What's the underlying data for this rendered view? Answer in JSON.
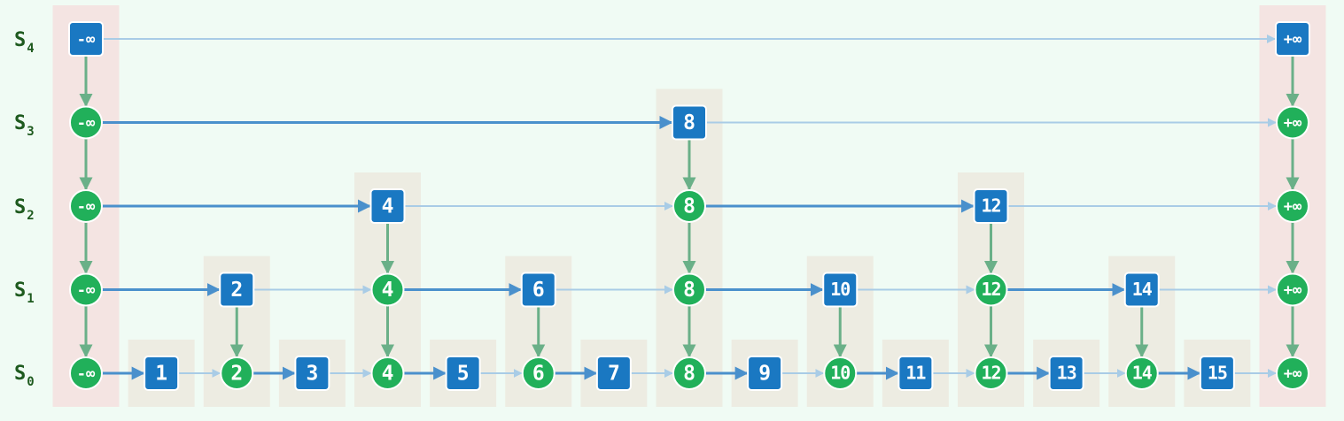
{
  "levels": [
    {
      "label": "S",
      "sub": "4",
      "keys": [
        "-∞",
        "+∞"
      ]
    },
    {
      "label": "S",
      "sub": "3",
      "keys": [
        "-∞",
        "8",
        "+∞"
      ]
    },
    {
      "label": "S",
      "sub": "2",
      "keys": [
        "-∞",
        "4",
        "8",
        "12",
        "+∞"
      ]
    },
    {
      "label": "S",
      "sub": "1",
      "keys": [
        "-∞",
        "2",
        "4",
        "6",
        "8",
        "10",
        "12",
        "14",
        "+∞"
      ]
    },
    {
      "label": "S",
      "sub": "0",
      "keys": [
        "-∞",
        "1",
        "2",
        "3",
        "4",
        "5",
        "6",
        "7",
        "8",
        "9",
        "10",
        "11",
        "12",
        "13",
        "14",
        "15",
        "+∞"
      ]
    }
  ],
  "columns": [
    "-∞",
    "1",
    "2",
    "3",
    "4",
    "5",
    "6",
    "7",
    "8",
    "9",
    "10",
    "11",
    "12",
    "13",
    "14",
    "15",
    "+∞"
  ],
  "colors": {
    "background": "#f0fbf4",
    "sentinel_column": "#f4e4e2",
    "key_column": "#edece2",
    "square_node": "#1a78c2",
    "circle_node": "#21b05a",
    "node_text": "#ffffff",
    "strong_arrow": "#4a90cc",
    "faint_arrow": "#a9cce6",
    "down_arrow": "#6ab088",
    "label": "#1e5a1e"
  }
}
